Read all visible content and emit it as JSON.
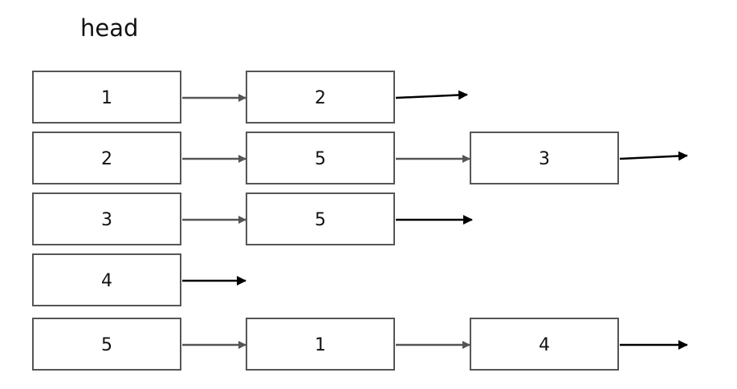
{
  "title": "head",
  "rows": [
    {
      "head": "1",
      "nodes": [
        "2"
      ]
    },
    {
      "head": "2",
      "nodes": [
        "5",
        "3"
      ]
    },
    {
      "head": "3",
      "nodes": [
        "5"
      ]
    },
    {
      "head": "4",
      "nodes": []
    },
    {
      "head": "5",
      "nodes": [
        "1",
        "4"
      ]
    }
  ],
  "colors": {
    "box_stroke": "#555555",
    "link_arrow": "#555555",
    "null_arrow": "#000000"
  }
}
